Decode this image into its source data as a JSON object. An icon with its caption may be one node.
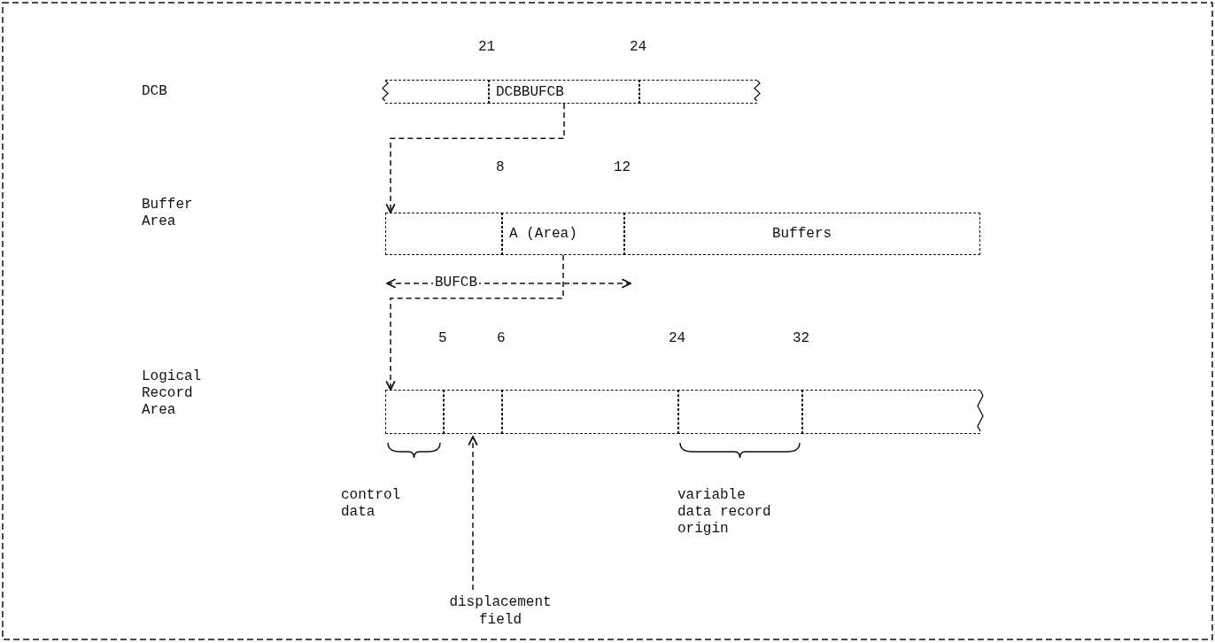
{
  "diagram": {
    "nodes": [
      {
        "text": [],
        "shape": "box"
      },
      {
        "text": [
          "DCBBUFCB"
        ]
      },
      {
        "text": [],
        "shape": "box"
      },
      {
        "text": [],
        "shape": "box"
      },
      {
        "text": [
          "A (Area)"
        ]
      },
      {
        "text": [
          "Buffers"
        ]
      },
      {
        "text": [],
        "shape": "box"
      },
      {
        "text": [],
        "shape": "box"
      },
      {
        "text": [],
        "shape": "box"
      },
      {
        "text": [],
        "shape": "box"
      },
      {
        "text": [],
        "shape": "box"
      },
      {
        "text": [
          "displacement field"
        ]
      }
    ],
    "edges": [
      {
        "from": 1,
        "to": 3,
        "arrow": "to",
        "style": "dashed"
      },
      {
        "from": 4,
        "to": 6,
        "arrow": "to",
        "style": "dashed"
      },
      {
        "from": 11,
        "to": 7,
        "arrow": "to",
        "style": "dashed"
      }
    ],
    "labels": [
      "21",
      "24",
      "DCB",
      "8",
      "12",
      "Buffer Area",
      "BUFCB",
      "5",
      "6",
      "24",
      "32",
      "Logical Record Area",
      "control data",
      "variable data record origin"
    ]
  }
}
